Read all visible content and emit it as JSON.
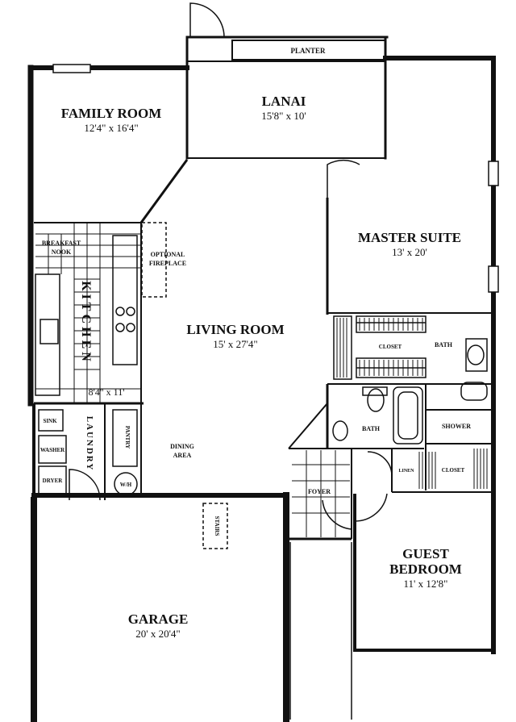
{
  "plan": {
    "planter": "PLANTER",
    "rooms": {
      "family_room": {
        "name": "FAMILY ROOM",
        "dims": "12'4\" x 16'4\""
      },
      "lanai": {
        "name": "LANAI",
        "dims": "15'8\" x 10'"
      },
      "master_suite": {
        "name": "MASTER SUITE",
        "dims": "13' x 20'"
      },
      "living_room": {
        "name": "LIVING ROOM",
        "dims": "15' x 27'4\""
      },
      "kitchen": {
        "name": "KITCHEN",
        "dims": "8'4\" x 11'"
      },
      "garage": {
        "name": "GARAGE",
        "dims": "20' x 20'4\""
      },
      "guest_bedroom": {
        "name_line1": "GUEST",
        "name_line2": "BEDROOM",
        "dims": "11' x 12'8\""
      }
    },
    "small_labels": {
      "breakfast_nook_line1": "BREAKFAST",
      "breakfast_nook_line2": "NOOK",
      "optional_fireplace_line1": "OPTIONAL",
      "optional_fireplace_line2": "FIREPLACE",
      "dining_area_line1": "DINING",
      "dining_area_line2": "AREA",
      "laundry": "LAUNDRY",
      "pantry": "PANTRY",
      "sink": "SINK",
      "washer": "WASHER",
      "dryer": "DRYER",
      "water_heater": "W/H",
      "foyer": "FOYER",
      "stairs": "STAIRS",
      "closet_master": "CLOSET",
      "bath_master": "BATH",
      "bath_guest": "BATH",
      "shower": "SHOWER",
      "linen": "LINEN",
      "closet_guest": "CLOSET"
    }
  }
}
